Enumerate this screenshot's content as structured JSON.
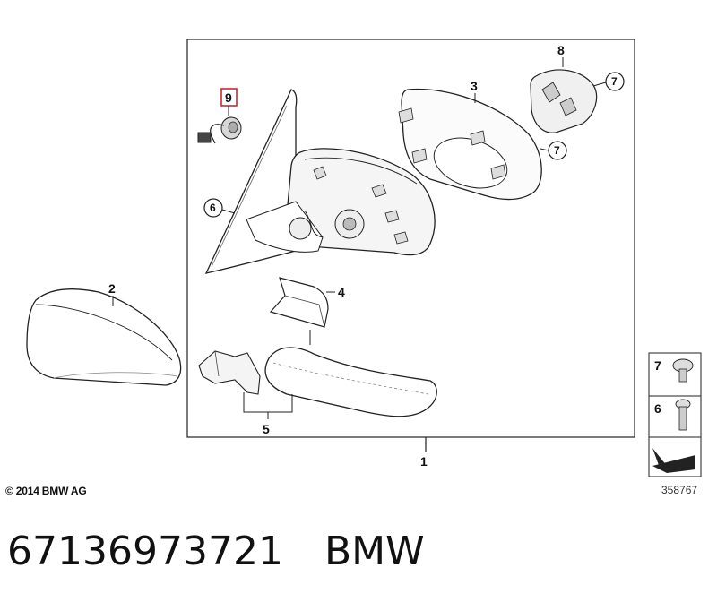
{
  "callouts": {
    "c1": "1",
    "c2": "2",
    "c3": "3",
    "c4": "4",
    "c5": "5",
    "c6": "6",
    "c7a": "7",
    "c7b": "7",
    "c8": "8",
    "c9": "9"
  },
  "legend": {
    "screw_label": "7",
    "bolt_label": "6"
  },
  "copyright": "© 2014 BMW AG",
  "diagram_id": "358767",
  "caption": {
    "part_number": "67136973721",
    "brand": "BMW"
  },
  "colors": {
    "line": "#222222",
    "highlight": "#d9232e",
    "shade": "#e4e4e4"
  }
}
